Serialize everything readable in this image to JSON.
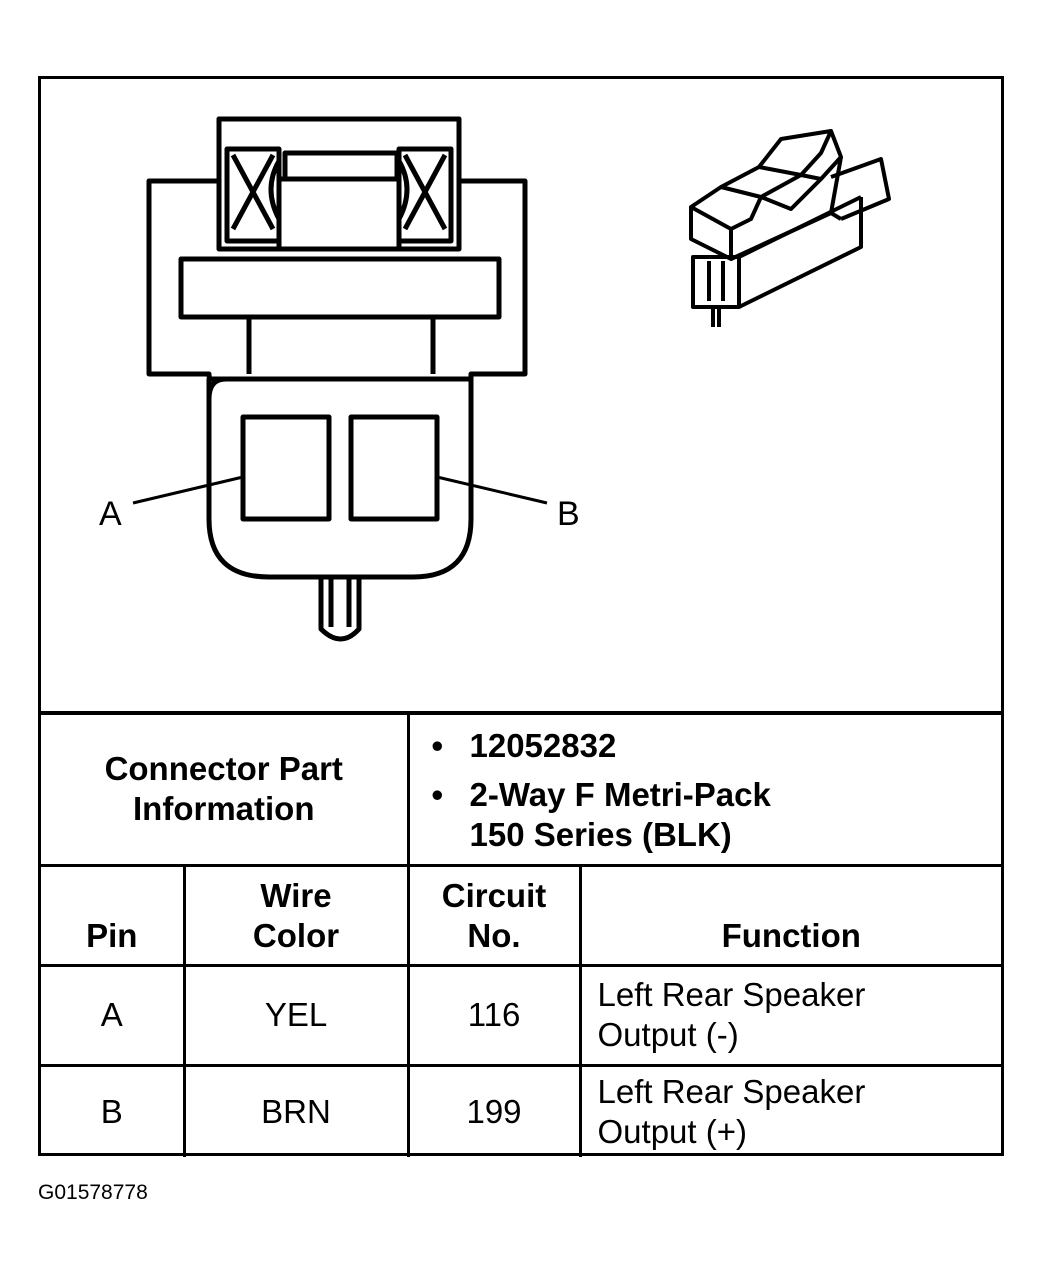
{
  "diagram": {
    "label_a": "A",
    "label_b": "B"
  },
  "connector_info": {
    "label_line1": "Connector Part",
    "label_line2": "Information",
    "part_number": "12052832",
    "description_line1": "2-Way F Metri-Pack",
    "description_line2": "150 Series (BLK)"
  },
  "table": {
    "headers": {
      "pin": "Pin",
      "wire_color_line1": "Wire",
      "wire_color_line2": "Color",
      "circuit_line1": "Circuit",
      "circuit_line2": "No.",
      "function": "Function"
    },
    "rows": [
      {
        "pin": "A",
        "wire_color": "YEL",
        "circuit": "116",
        "function_line1": "Left Rear Speaker",
        "function_line2": "Output (-)"
      },
      {
        "pin": "B",
        "wire_color": "BRN",
        "circuit": "199",
        "function_line1": "Left Rear Speaker",
        "function_line2": "Output (+)"
      }
    ]
  },
  "footer": {
    "code": "G01578778"
  }
}
